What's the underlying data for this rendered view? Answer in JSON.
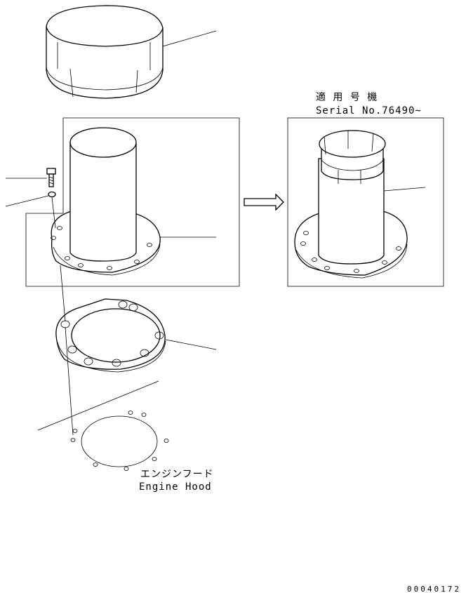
{
  "labels": {
    "applicable_serial_jp": "適 用 号 機",
    "serial_no": "Serial No.76490~",
    "engine_hood_jp": "エンジンフード",
    "engine_hood_en": "Engine Hood",
    "drawing_number": "00040172"
  }
}
